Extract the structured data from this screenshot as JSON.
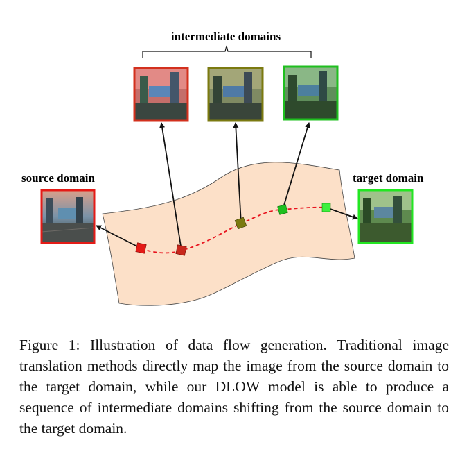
{
  "labels": {
    "intermediate": "intermediate domains",
    "source": "source domain",
    "target": "target domain"
  },
  "caption": {
    "prefix": "Figure 1:",
    "text": "Illustration of data flow generation. Traditional image translation methods directly map the image from the source domain to the target domain, while our DLOW model is able to produce a sequence of intermediate domains shifting from the source domain to the target domain."
  },
  "colors": {
    "manifold_fill": "#fce0c8",
    "path": "#e8141e",
    "source": "#e41b17",
    "intermediate_1": "#d3301d",
    "intermediate_2": "#7b7a10",
    "intermediate_3": "#1fbf1f",
    "target": "#22e622"
  }
}
